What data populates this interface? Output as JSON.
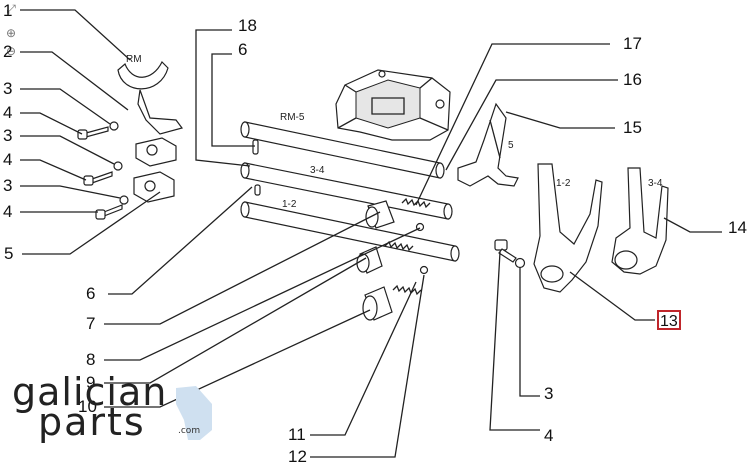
{
  "tools": [
    {
      "name": "expand-icon",
      "glyph": "⤢"
    },
    {
      "name": "zoom-in-icon",
      "glyph": "⊕"
    },
    {
      "name": "zoom-out-icon",
      "glyph": "⊖"
    }
  ],
  "callouts": {
    "c1": "1",
    "c2": "2",
    "c3a": "3",
    "c3b": "3",
    "c3c": "3",
    "c3d": "3",
    "c4a": "4",
    "c4b": "4",
    "c4c": "4",
    "c4d": "4",
    "c5": "5",
    "c6a": "6",
    "c6b": "6",
    "c7": "7",
    "c8": "8",
    "c9": "9",
    "c10": "10",
    "c11": "11",
    "c12": "12",
    "c13": "13",
    "c14": "14",
    "c15": "15",
    "c16": "16",
    "c17": "17",
    "c18": "18"
  },
  "part_labels": {
    "rm": "RM",
    "rm5": "RM-5",
    "r34a": "3-4",
    "r12a": "1-2",
    "f5": "5",
    "f12": "1-2",
    "f34": "3-4"
  },
  "highlight": {
    "label": "13",
    "color": "#c0262b"
  },
  "watermark": {
    "line1": "galician",
    "line2": "parts",
    "suffix": ".com",
    "accent": "#cfe0f0"
  }
}
